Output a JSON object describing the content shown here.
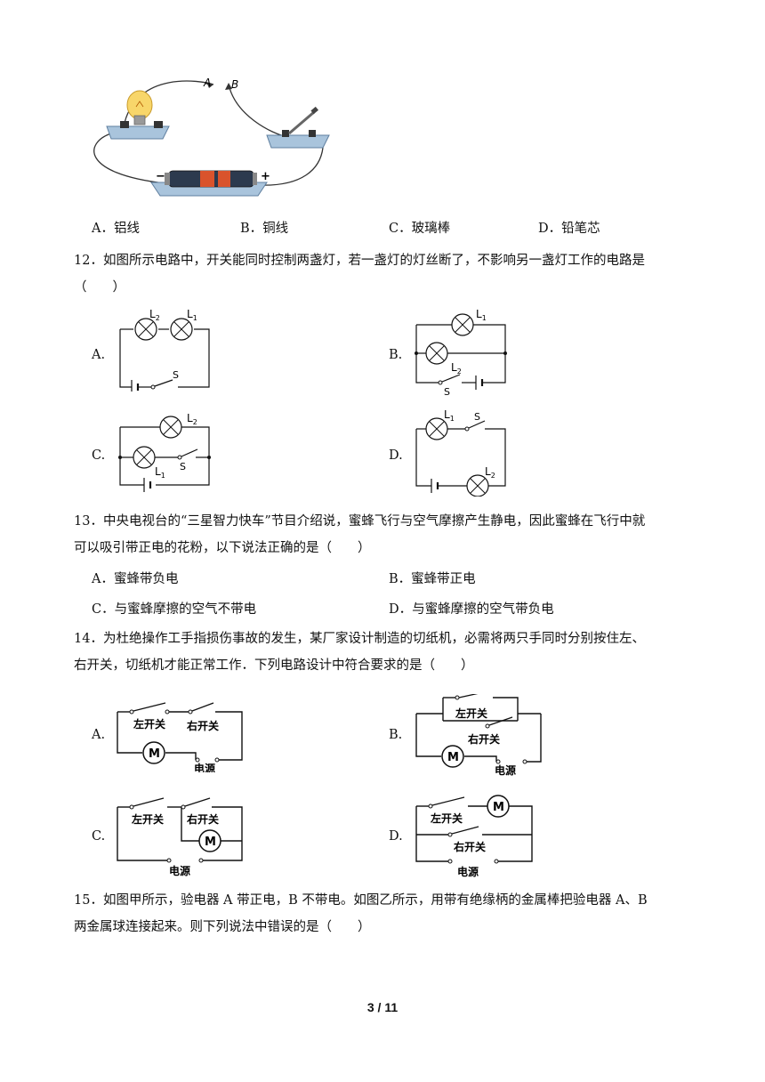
{
  "top_figure": {
    "label_a": "A",
    "label_b": "B",
    "minus": "−",
    "plus": "+"
  },
  "q11": {
    "options": [
      {
        "key": "A．",
        "text": "铝线"
      },
      {
        "key": "B．",
        "text": "铜线"
      },
      {
        "key": "C．",
        "text": "玻璃棒"
      },
      {
        "key": "D．",
        "text": "铅笔芯"
      }
    ]
  },
  "q12": {
    "stem_line1": "12．如图所示电路中，开关能同时控制两盏灯，若一盏灯的灯丝断了，不影响另一盏灯工作的电路是",
    "stem_line2": "（　　）",
    "option_labels": [
      "A.",
      "B.",
      "C.",
      "D."
    ],
    "lamp_l1": "L",
    "lamp_l2": "L",
    "sub1": "1",
    "sub2": "2",
    "switch": "S"
  },
  "q13": {
    "stem_line1": "13．中央电视台的“三星智力快车”节目介绍说，蜜蜂飞行与空气摩擦产生静电，因此蜜蜂在飞行中就",
    "stem_line2": "可以吸引带正电的花粉，以下说法正确的是（　　）",
    "options": [
      {
        "key": "A．",
        "text": "蜜蜂带负电"
      },
      {
        "key": "B．",
        "text": "蜜蜂带正电"
      },
      {
        "key": "C．",
        "text": "与蜜蜂摩擦的空气不带电"
      },
      {
        "key": "D．",
        "text": "与蜜蜂摩擦的空气带负电"
      }
    ]
  },
  "q14": {
    "stem_line1": "14．为杜绝操作工手指损伤事故的发生，某厂家设计制造的切纸机，必需将两只手同时分别按住左、",
    "stem_line2": "右开关，切纸机才能正常工作．下列电路设计中符合要求的是（　　）",
    "option_labels": [
      "A.",
      "B.",
      "C.",
      "D."
    ],
    "left_switch": "左开关",
    "right_switch": "右开关",
    "power": "电源",
    "motor": "M"
  },
  "q15": {
    "stem_line1": "15．如图甲所示，验电器 A 带正电，B 不带电。如图乙所示，用带有绝缘柄的金属棒把验电器 A、B",
    "stem_line2": "两金属球连接起来。则下列说法中错误的是（　　）"
  },
  "footer": {
    "page": "3 / 11"
  }
}
